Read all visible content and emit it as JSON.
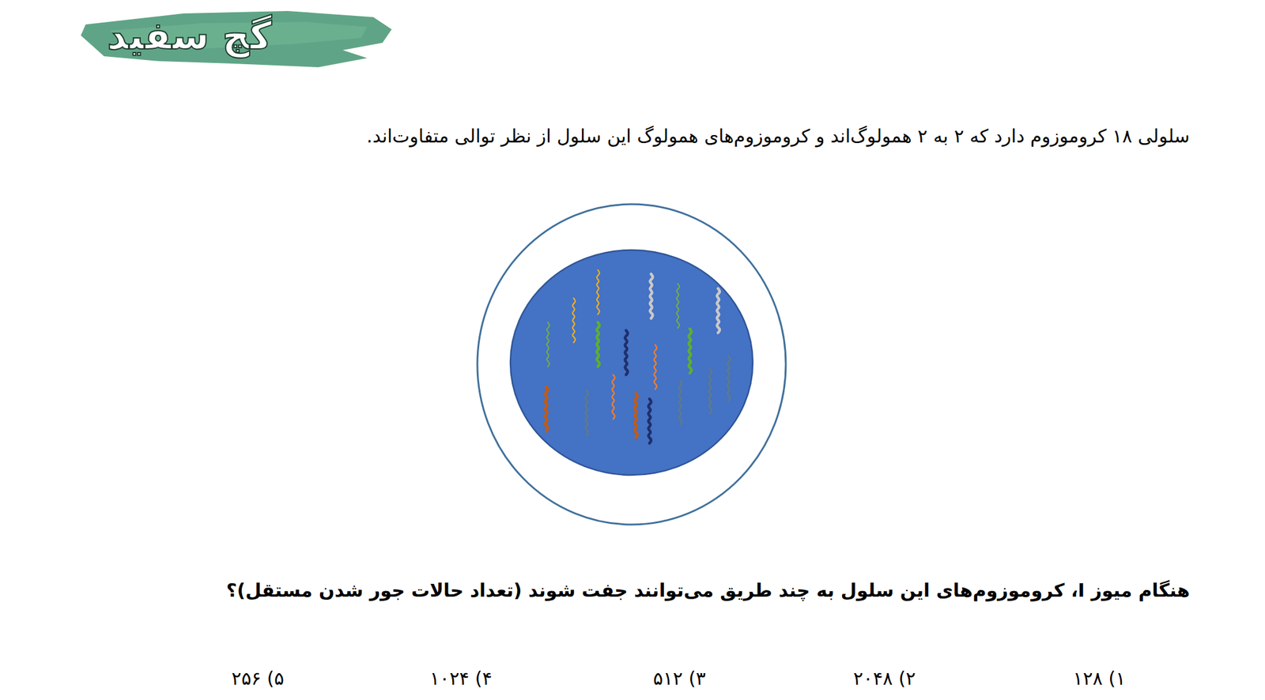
{
  "diagram": {
    "labels": [
      "گچ سفید",
      "سلولی ۱۸ کروموزوم دارد که ۲ به ۲ همولوگ‌اند و کروموزوم‌های همولوگ این سلول از نظر توالی متفاوت‌اند.",
      "هنگام میوز I، کروموزوم‌های این سلول به چند طریق می‌توانند جفت شوند (تعداد حالات جور شدن مستقل)؟",
      "۱) ۱۲۸",
      "۲) ۲۰۴۸",
      "۳) ۵۱۲",
      "۴) ۱۰۲۴",
      "۵) ۲۵۶"
    ]
  }
}
